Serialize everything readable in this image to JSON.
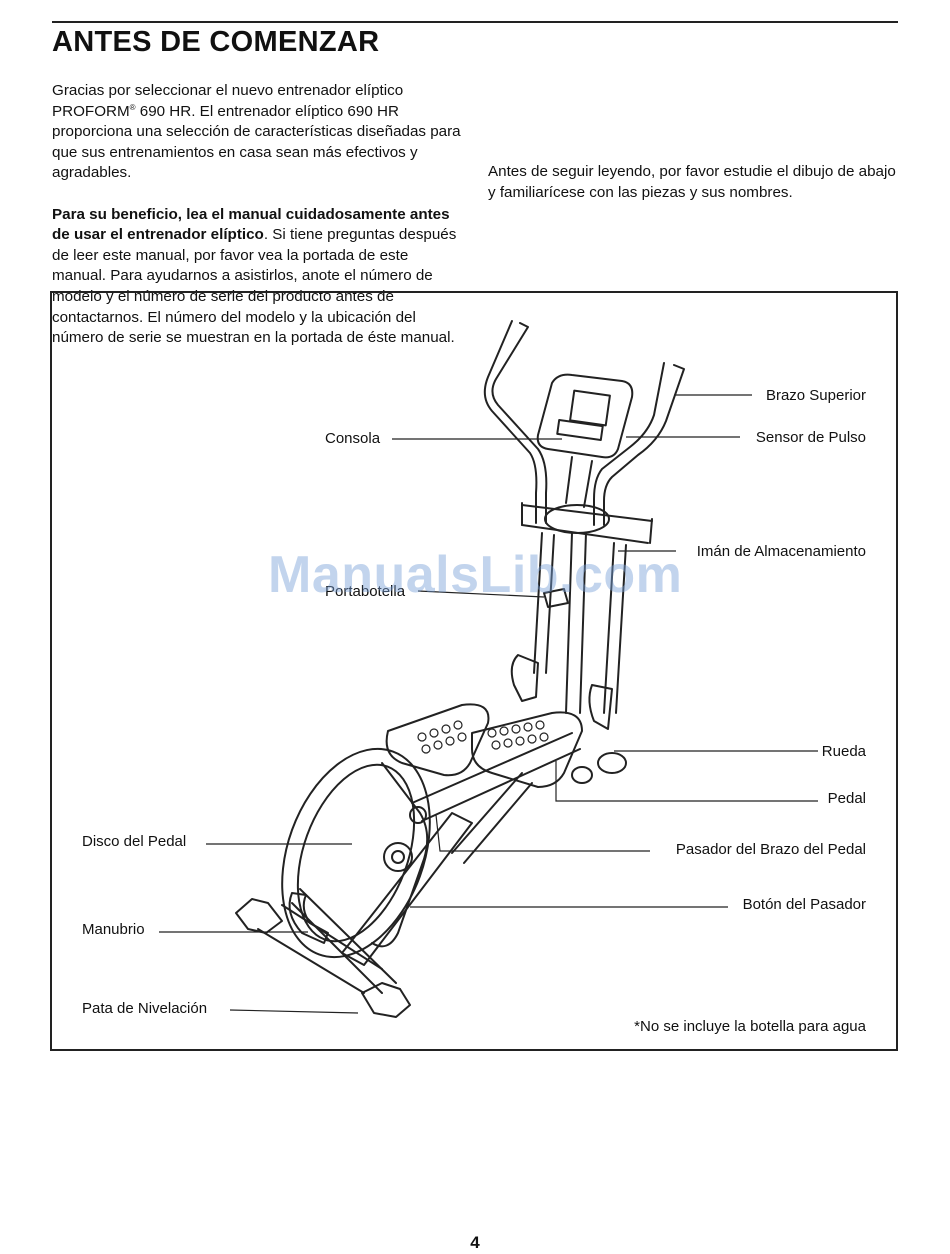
{
  "page": {
    "title": "ANTES DE COMENZAR",
    "page_number": "4"
  },
  "intro": {
    "p1_prefix": "Gracias por seleccionar el nuevo entrenador elíptico PROFORM",
    "registered_mark": "®",
    "p1_suffix": " 690 HR. El entrenador elíptico 690 HR proporciona una selección de características diseñadas para que sus entrenamientos en casa sean más efectivos y agradables.",
    "p2_bold": "Para su beneficio, lea el manual cuidadosamente antes de usar el entrenador elíptico",
    "p2_rest": ". Si tiene preguntas después de leer este manual, por favor vea la portada de este manual. Para ayudarnos a asistirlos, anote el número de modelo y el número de serie del producto antes de contactarnos. El número del modelo y la ubicación del número de serie se muestran en la portada de éste manual.",
    "p3": "Antes de seguir leyendo, por favor estudie el dibujo de abajo y familiarícese con las piezas y sus nombres."
  },
  "figure": {
    "labels": {
      "brazo_superior": "Brazo Superior",
      "consola": "Consola",
      "sensor_pulso": "Sensor de Pulso",
      "iman": "Imán de Almacenamiento",
      "portabotella": "Portabotella",
      "rueda": "Rueda",
      "pedal": "Pedal",
      "disco_pedal": "Disco del Pedal",
      "pasador_brazo": "Pasador del Brazo del Pedal",
      "boton_pasador": "Botón del Pasador",
      "manubrio": "Manubrio",
      "pata_nivelacion": "Pata de Nivelación"
    },
    "note": "*No se incluye la botella para agua",
    "watermark": "ManualsLib.com"
  }
}
